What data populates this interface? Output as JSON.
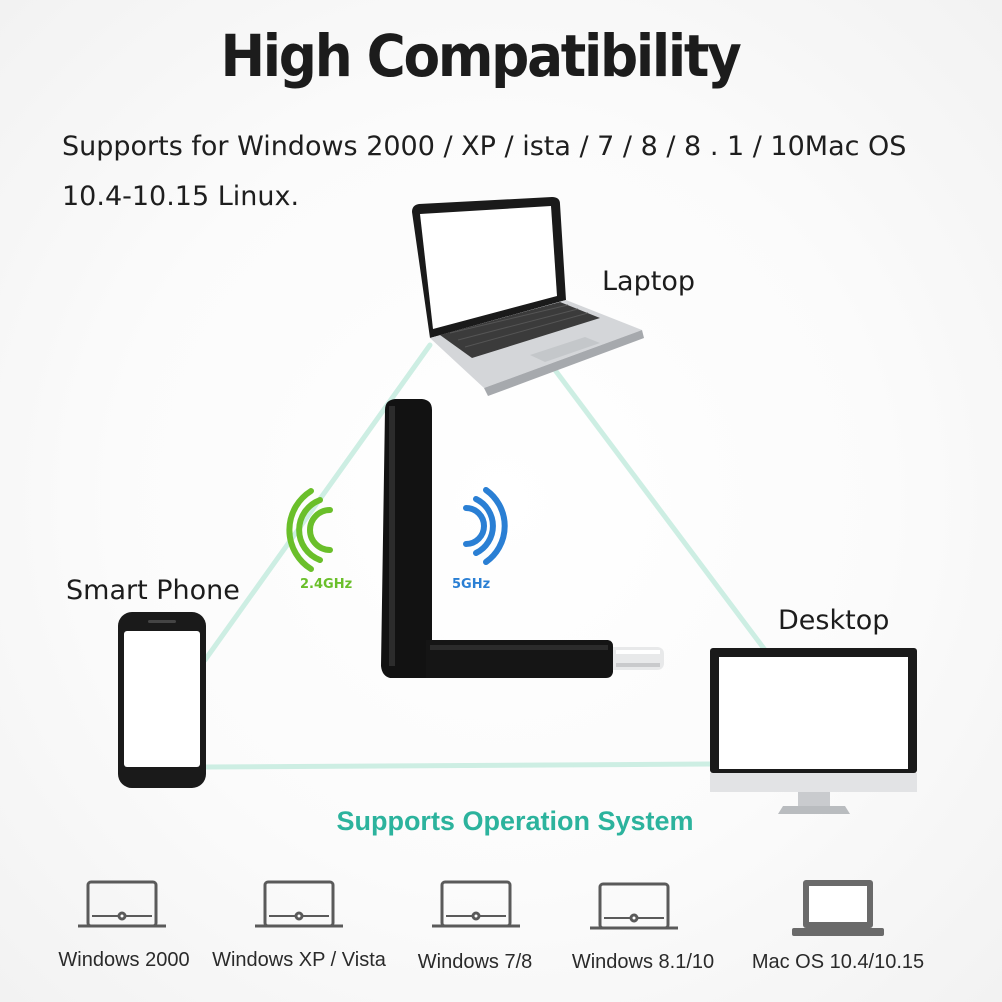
{
  "title": "High Compatibility",
  "subtitle": "Supports for Windows 2000 / XP / ista / 7 / 8 / 8 . 1 / 10Mac OS 10.4-10.15 Linux.",
  "devices": {
    "laptop": "Laptop",
    "smart_phone": "Smart Phone",
    "desktop": "Desktop"
  },
  "frequencies": {
    "band_24": "2.4GHz",
    "band_5": "5GHz"
  },
  "os_heading": "Supports Operation System",
  "os_items": [
    "Windows 2000",
    "Windows XP / Vista",
    "Windows 7/8",
    "Windows 8.1/10",
    "Mac OS 10.4/10.15"
  ],
  "colors": {
    "connection_line": "#cdeee3",
    "heading_teal": "#2cb39d",
    "band_24_green": "#6abf2a",
    "band_5_blue": "#2a7fd4",
    "icon_gray": "#5a5a5a",
    "mac_icon": "#6a6a6a"
  }
}
